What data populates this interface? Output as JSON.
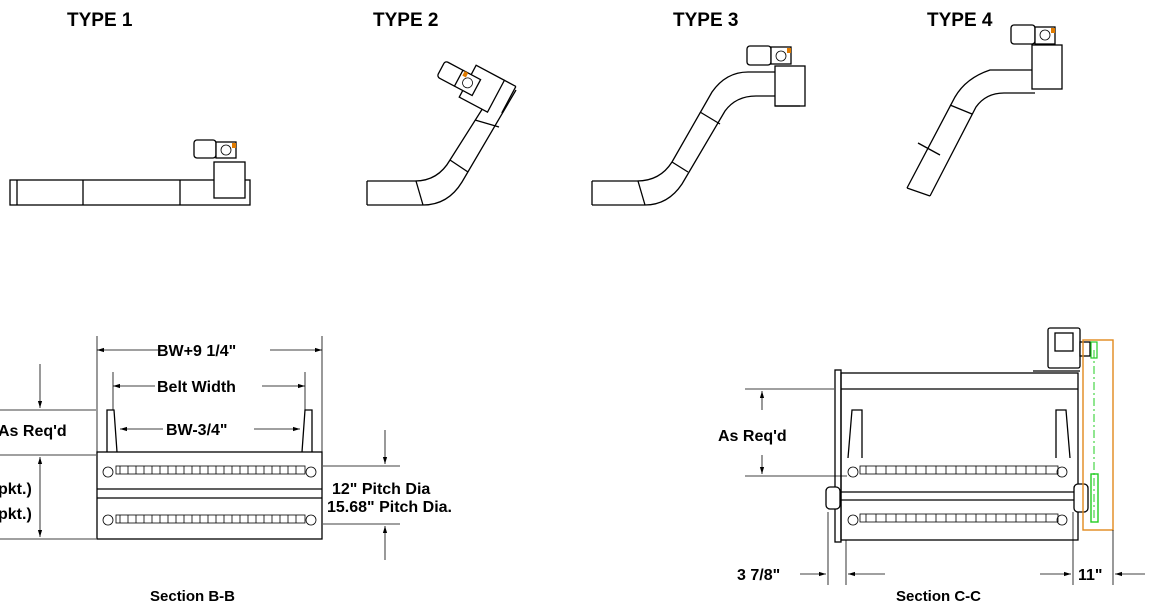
{
  "types": [
    {
      "label": "TYPE 1"
    },
    {
      "label": "TYPE 2"
    },
    {
      "label": "TYPE 3"
    },
    {
      "label": "TYPE 4"
    }
  ],
  "section_b": {
    "title": "Section B-B",
    "dim_overall": "BW+9 1/4\"",
    "dim_belt": "Belt Width",
    "dim_inner": "BW-3/4\"",
    "dim_as_reqd": "As Req'd",
    "dim_spkt1": "pkt.)",
    "dim_spkt2": "pkt.)",
    "pitch_1": "12\" Pitch Dia",
    "pitch_2": "15.68\" Pitch Dia."
  },
  "section_c": {
    "title": "Section C-C",
    "dim_as_reqd": "As Req'd",
    "dim_left": "3 7/8\"",
    "dim_right": "11\""
  },
  "colors": {
    "line": "#000000",
    "motor_accent": "#e07b00",
    "sprocket": "#22cc22",
    "guard": "#e0891c"
  }
}
